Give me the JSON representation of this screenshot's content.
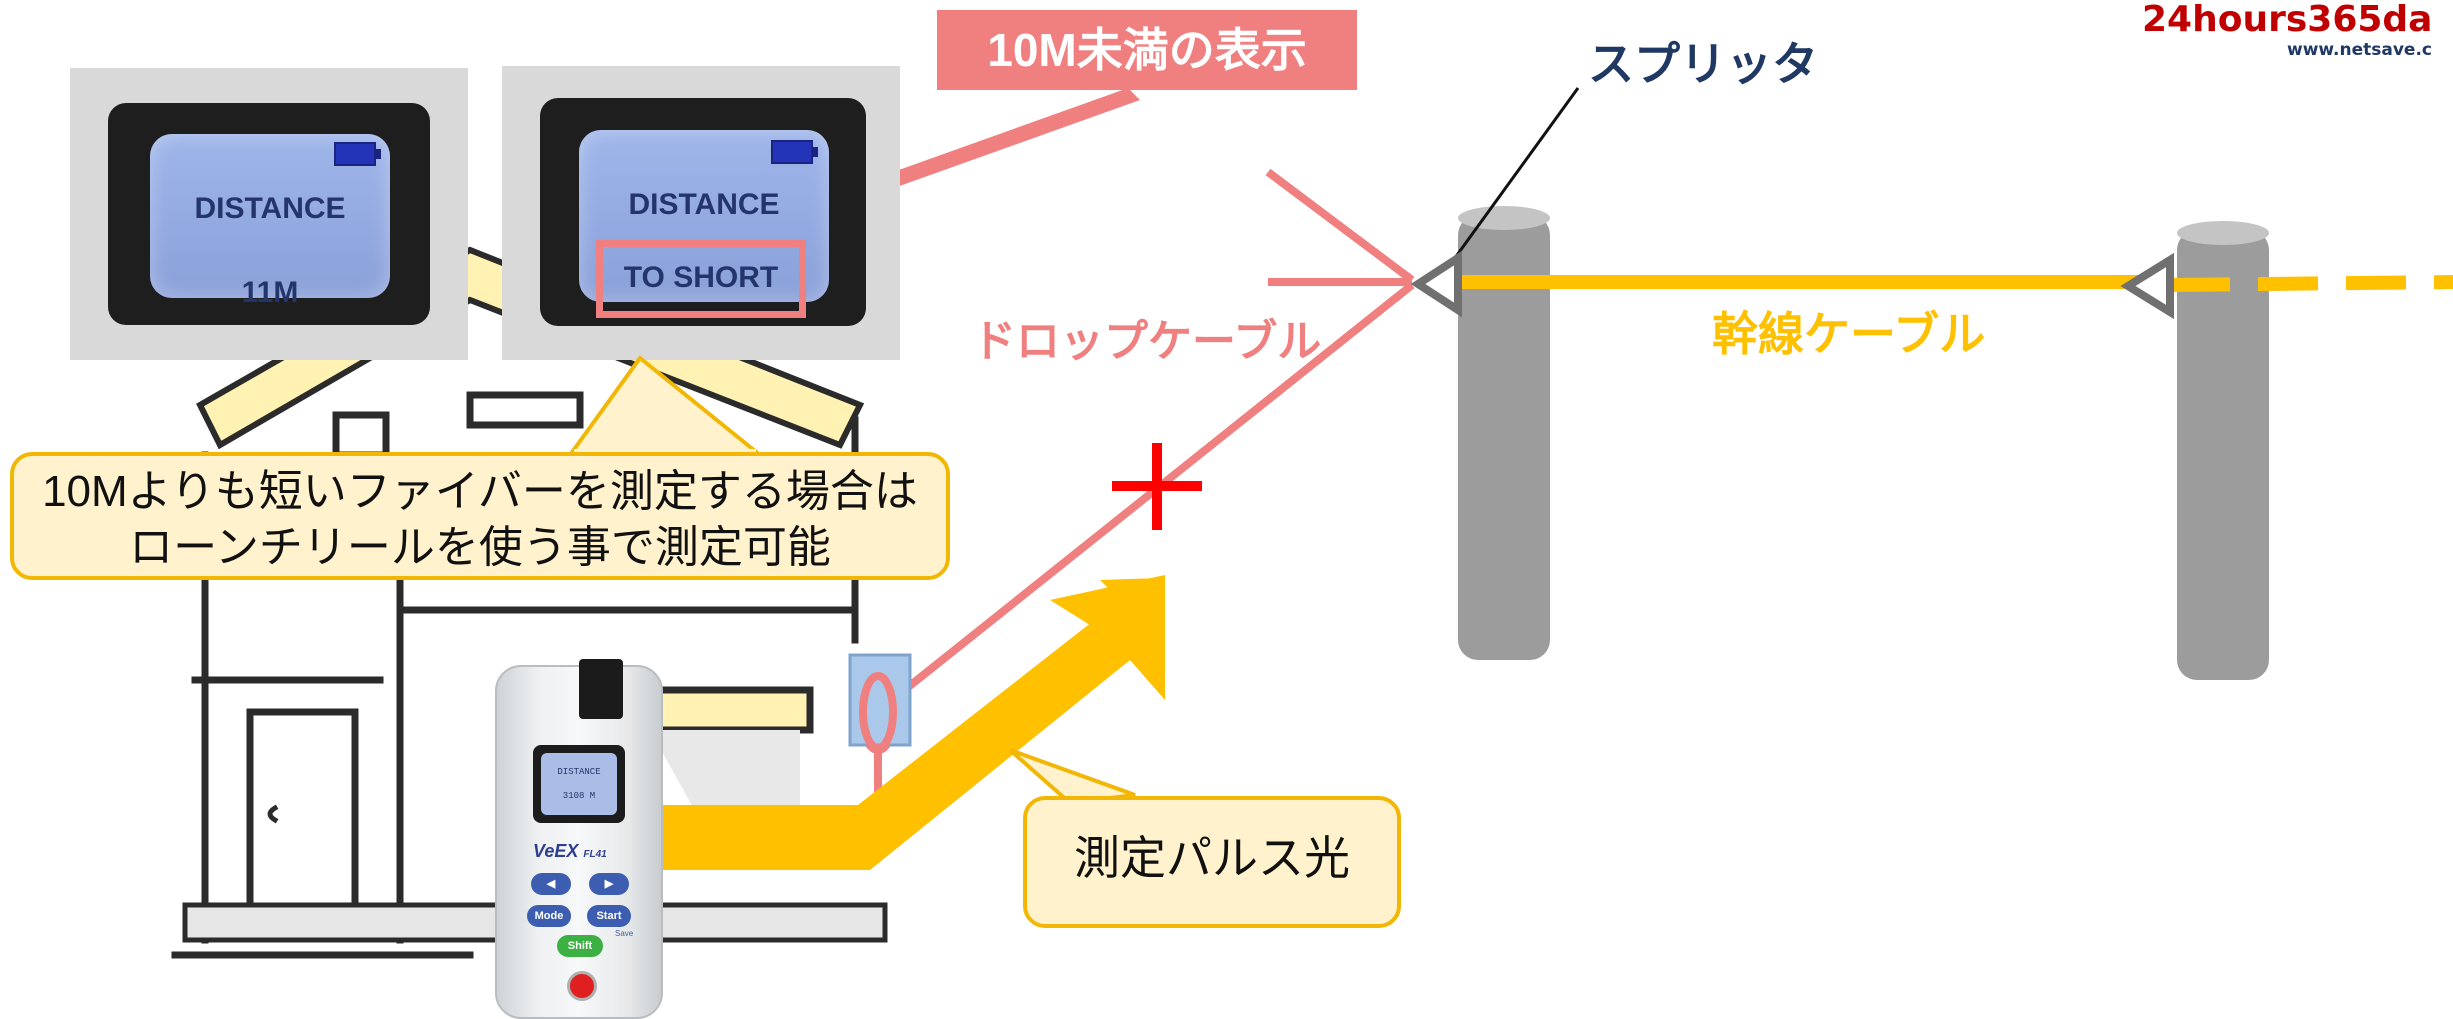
{
  "logo": {
    "brand": "24hours365da",
    "url": "www.netsave.c"
  },
  "callouts": {
    "under_10m_label": "10M未満の表示",
    "splitter_label": "スプリッタ",
    "drop_cable_label": "ドロップケーブル",
    "trunk_cable_label": "幹線ケーブル",
    "short_fiber_note_line1": "10Mよりも短いファイバーを測定する場合は",
    "short_fiber_note_line2": "ローンチリールを使う事で測定可能",
    "pulse_light_label": "測定パルス光"
  },
  "screens": [
    {
      "line1": "DISTANCE",
      "line2": "11M"
    },
    {
      "line1": "DISTANCE",
      "line2": "TO SHORT"
    }
  ],
  "device": {
    "screen_line1": "DISTANCE",
    "screen_line2": "3108 M",
    "brand": "VeEX",
    "model": "FL41",
    "buttons": {
      "mode": "Mode",
      "start": "Start",
      "shift": "Shift",
      "save": "Save"
    }
  },
  "colors": {
    "drop_cable": "#f08080",
    "trunk_cable": "#ffc000",
    "pole": "#9a9a9a",
    "callout_fill": "#fff2cc",
    "callout_border": "#f2b705",
    "red_mark": "#ff0000",
    "logo_red": "#c00000",
    "logo_blue": "#1f3864"
  },
  "icons": {
    "splitter_left": "triangle-splitter-icon",
    "splitter_right": "triangle-splitter-icon",
    "fault_mark": "red-cross-icon",
    "battery": "battery-icon",
    "power": "power-icon"
  }
}
